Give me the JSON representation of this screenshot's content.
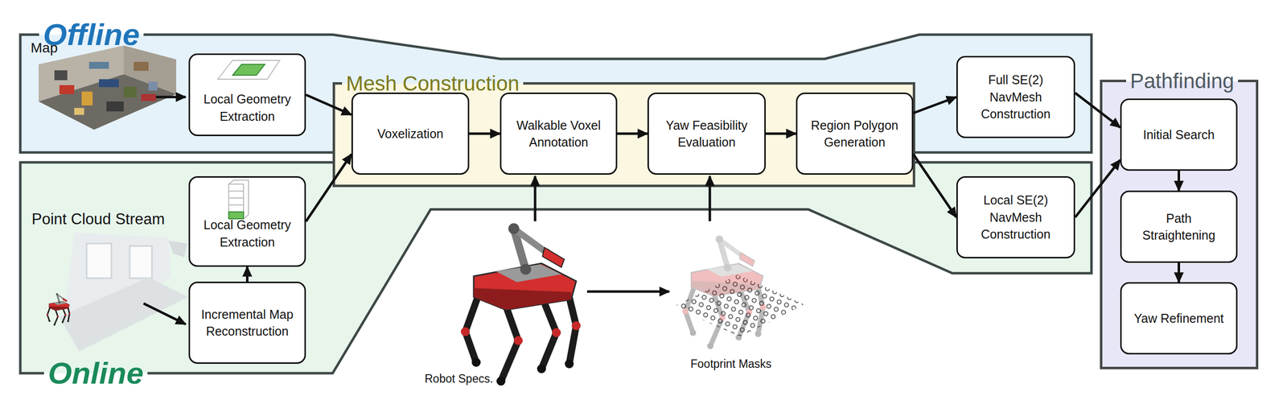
{
  "diagram": {
    "nodes": [
      {
        "text": [
          "Offline"
        ]
      },
      {
        "text": [
          "Local Geometry Extraction"
        ],
        "in": 0
      },
      {
        "text": [
          "Full SE(2) NavMesh Construction"
        ],
        "in": 0
      },
      {
        "text": [
          "Online"
        ]
      },
      {
        "text": [
          "Local Geometry Extraction"
        ],
        "in": 3
      },
      {
        "text": [
          "Incremental Map Reconstruction"
        ],
        "in": 3
      },
      {
        "text": [
          "Local SE(2) NavMesh Construction"
        ],
        "in": 3
      },
      {
        "text": [
          "Mesh Construction"
        ]
      },
      {
        "text": [
          "Voxelization"
        ],
        "in": 7
      },
      {
        "text": [
          "Walkable Voxel Annotation"
        ],
        "in": 7
      },
      {
        "text": [
          "Yaw Feasibility Evaluation"
        ],
        "in": 7
      },
      {
        "text": [
          "Region Polygon Generation"
        ],
        "in": 7
      },
      {
        "text": [
          "Pathfinding"
        ]
      },
      {
        "text": [
          "Initial Search"
        ],
        "in": 12
      },
      {
        "text": [
          "Path Straightening"
        ],
        "in": 12
      },
      {
        "text": [
          "Yaw Refinement"
        ],
        "in": 12
      }
    ],
    "edges": [
      {
        "from": 1,
        "to": 8,
        "arrow": "to"
      },
      {
        "from": 4,
        "to": 8,
        "arrow": "to"
      },
      {
        "from": 5,
        "to": 4,
        "arrow": "to"
      },
      {
        "from": 8,
        "to": 9,
        "arrow": "to"
      },
      {
        "from": 9,
        "to": 10,
        "arrow": "to"
      },
      {
        "from": 10,
        "to": 11,
        "arrow": "to"
      },
      {
        "from": 11,
        "to": 2,
        "arrow": "to"
      },
      {
        "from": 11,
        "to": 6,
        "arrow": "to"
      },
      {
        "from": 2,
        "to": 13,
        "arrow": "to"
      },
      {
        "from": 6,
        "to": 13,
        "arrow": "to"
      },
      {
        "from": 13,
        "to": 14,
        "arrow": "to"
      },
      {
        "from": 14,
        "to": 15,
        "arrow": "to"
      }
    ],
    "labels": [
      "Map",
      "Point Cloud Stream",
      "Robot Specs.",
      "Footprint Masks"
    ]
  }
}
